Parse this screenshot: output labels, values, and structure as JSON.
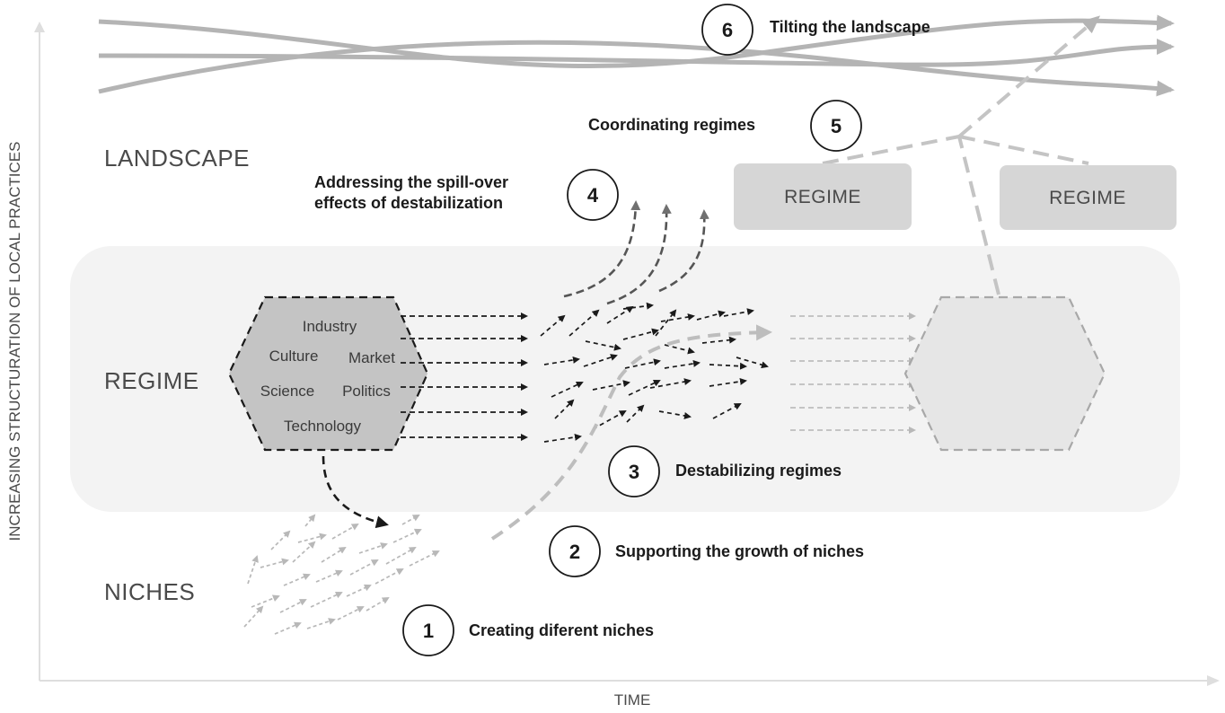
{
  "axes": {
    "y_label": "INCREASING STRUCTURATION OF LOCAL PRACTICES",
    "x_label": "TIME"
  },
  "levels": {
    "landscape": "LANDSCAPE",
    "regime": "REGIME",
    "niches": "NICHES"
  },
  "regime_hexagon": {
    "dimensions": [
      "Industry",
      "Culture",
      "Market",
      "Science",
      "Politics",
      "Technology"
    ]
  },
  "other_regimes": [
    "REGIME",
    "REGIME"
  ],
  "steps": [
    {
      "number": "1",
      "label": "Creating diferent niches"
    },
    {
      "number": "2",
      "label": "Supporting the growth of niches"
    },
    {
      "number": "3",
      "label": "Destabilizing regimes"
    },
    {
      "number": "4",
      "label_lines": [
        "Addressing the spill-over",
        "effects of destabilization"
      ]
    },
    {
      "number": "5",
      "label": "Coordinating regimes"
    },
    {
      "number": "6",
      "label": "Tilting the landscape"
    }
  ],
  "colors": {
    "dark": "#1a1a1a",
    "arrow_gray": "#b4b4b4",
    "band": "#f3f3f3",
    "box": "#d6d6d6",
    "hexagon": "#c4c4c4"
  }
}
